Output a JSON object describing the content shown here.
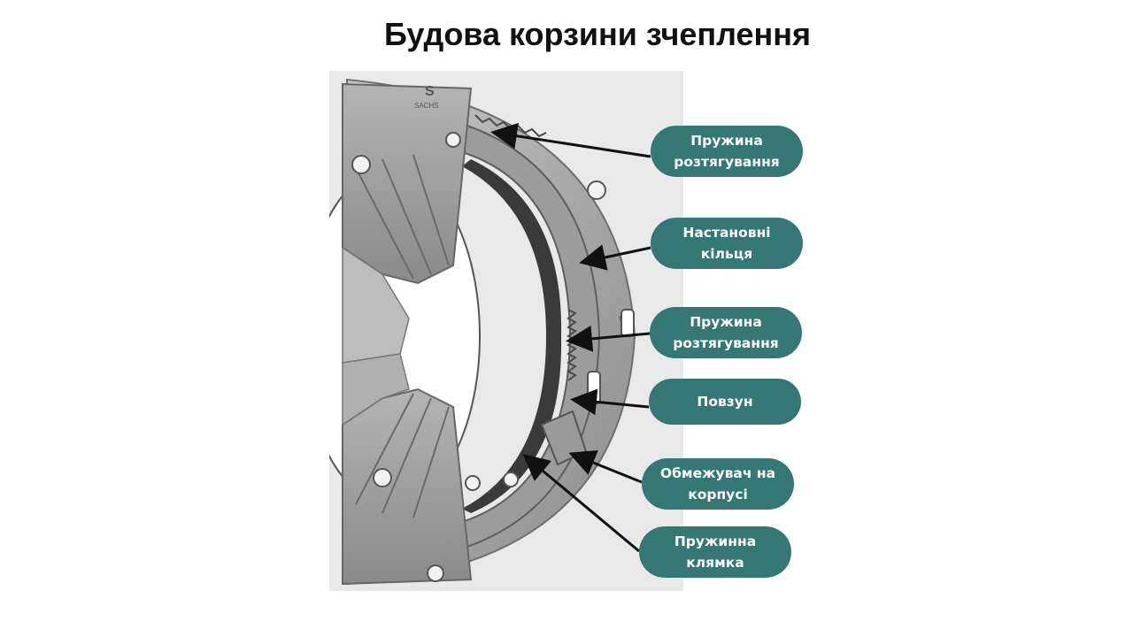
{
  "title": "Будова корзини зчеплення",
  "photo": {
    "brand_logo_text": "SACHS"
  },
  "labels": [
    {
      "id": "spring-tension-1",
      "lines": [
        "Пружина",
        "розтягування"
      ]
    },
    {
      "id": "adjusting-rings",
      "lines": [
        "Настановні",
        "кільця"
      ]
    },
    {
      "id": "spring-tension-2",
      "lines": [
        "Пружина",
        "розтягування"
      ]
    },
    {
      "id": "slider",
      "lines": [
        "Повзун"
      ]
    },
    {
      "id": "housing-limiter",
      "lines": [
        "Обмежувач на",
        "корпусі"
      ]
    },
    {
      "id": "spring-latch",
      "lines": [
        "Пружинна",
        "клямка"
      ]
    }
  ],
  "colors": {
    "callout_bg": "#347774",
    "callout_text": "#ffffff",
    "arrow": "#111111",
    "photo_bg": "#e9e9e9"
  }
}
